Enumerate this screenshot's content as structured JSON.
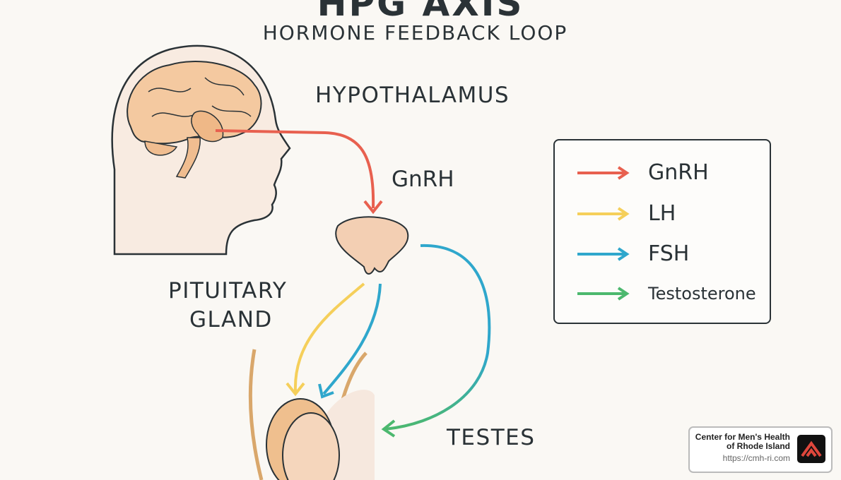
{
  "title": "HPG AXIS",
  "subtitle": "HORMONE FEEDBACK LOOP",
  "labels": {
    "hypothalamus": "HYPOTHALAMUS",
    "gnrh": "GnRH",
    "pituitary_line1": "PITUITARY",
    "pituitary_line2": "GLAND",
    "testes": "TESTES"
  },
  "legend": [
    {
      "label": "GnRH",
      "color": "#e8604f"
    },
    {
      "label": "LH",
      "color": "#f5cf5a"
    },
    {
      "label": "FSH",
      "color": "#2fa7cc"
    },
    {
      "label": "Testosterone",
      "color": "#4cb86e"
    }
  ],
  "badge": {
    "name_line1": "Center for Men's Health",
    "name_line2": "of Rhode Island",
    "url": "https://cmh-ri.com",
    "logo_color": "#e0473c"
  }
}
